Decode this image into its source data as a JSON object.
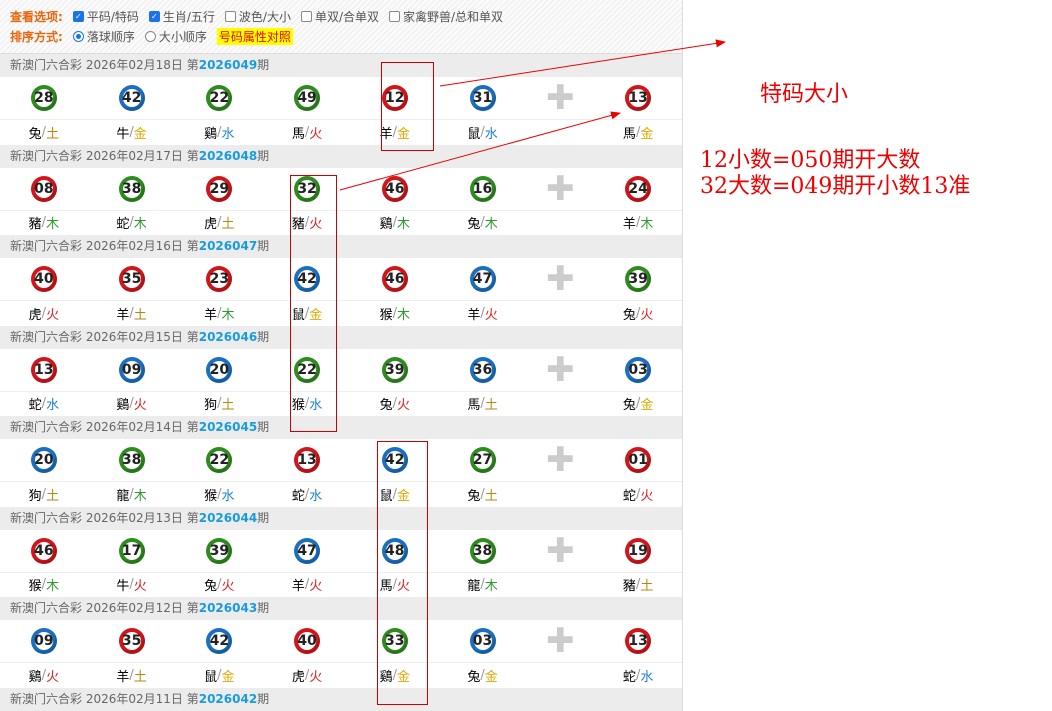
{
  "options": {
    "view_label": "查看选项:",
    "view_items": [
      {
        "label": "平码/特码",
        "checked": true
      },
      {
        "label": "生肖/五行",
        "checked": true
      },
      {
        "label": "波色/大小",
        "checked": false
      },
      {
        "label": "单双/合单双",
        "checked": false
      },
      {
        "label": "家禽野兽/总和单双",
        "checked": false
      }
    ],
    "sort_label": "排序方式:",
    "sort_items": [
      {
        "label": "落球顺序",
        "selected": true
      },
      {
        "label": "大小顺序",
        "selected": false
      }
    ],
    "attr_link": "号码属性对照"
  },
  "draws": [
    {
      "prefix": "新澳门六合彩 2026年02月18日 第",
      "issue": "2026049",
      "suffix": "期",
      "balls": [
        [
          "28",
          "green",
          "兔",
          "土"
        ],
        [
          "42",
          "blue",
          "牛",
          "金"
        ],
        [
          "22",
          "green",
          "鷄",
          "水"
        ],
        [
          "49",
          "green",
          "馬",
          "火"
        ],
        [
          "12",
          "red",
          "羊",
          "金"
        ],
        [
          "31",
          "blue",
          "鼠",
          "水"
        ],
        [
          "13",
          "red",
          "馬",
          "金"
        ]
      ]
    },
    {
      "prefix": "新澳门六合彩 2026年02月17日 第",
      "issue": "2026048",
      "suffix": "期",
      "balls": [
        [
          "08",
          "red",
          "豬",
          "木"
        ],
        [
          "38",
          "green",
          "蛇",
          "木"
        ],
        [
          "29",
          "red",
          "虎",
          "土"
        ],
        [
          "32",
          "green",
          "豬",
          "火"
        ],
        [
          "46",
          "red",
          "鷄",
          "木"
        ],
        [
          "16",
          "green",
          "兔",
          "木"
        ],
        [
          "24",
          "red",
          "羊",
          "木"
        ]
      ]
    },
    {
      "prefix": "新澳门六合彩 2026年02月16日 第",
      "issue": "2026047",
      "suffix": "期",
      "balls": [
        [
          "40",
          "red",
          "虎",
          "火"
        ],
        [
          "35",
          "red",
          "羊",
          "土"
        ],
        [
          "23",
          "red",
          "羊",
          "木"
        ],
        [
          "42",
          "blue",
          "鼠",
          "金"
        ],
        [
          "46",
          "red",
          "猴",
          "木"
        ],
        [
          "47",
          "blue",
          "羊",
          "火"
        ],
        [
          "39",
          "green",
          "兔",
          "火"
        ]
      ]
    },
    {
      "prefix": "新澳门六合彩 2026年02月15日 第",
      "issue": "2026046",
      "suffix": "期",
      "balls": [
        [
          "13",
          "red",
          "蛇",
          "水"
        ],
        [
          "09",
          "blue",
          "鷄",
          "火"
        ],
        [
          "20",
          "blue",
          "狗",
          "土"
        ],
        [
          "22",
          "green",
          "猴",
          "水"
        ],
        [
          "39",
          "green",
          "兔",
          "火"
        ],
        [
          "36",
          "blue",
          "馬",
          "土"
        ],
        [
          "03",
          "blue",
          "兔",
          "金"
        ]
      ]
    },
    {
      "prefix": "新澳门六合彩 2026年02月14日 第",
      "issue": "2026045",
      "suffix": "期",
      "balls": [
        [
          "20",
          "blue",
          "狗",
          "土"
        ],
        [
          "38",
          "green",
          "龍",
          "木"
        ],
        [
          "22",
          "green",
          "猴",
          "水"
        ],
        [
          "13",
          "red",
          "蛇",
          "水"
        ],
        [
          "42",
          "blue",
          "鼠",
          "金"
        ],
        [
          "27",
          "green",
          "兔",
          "土"
        ],
        [
          "01",
          "red",
          "蛇",
          "火"
        ]
      ]
    },
    {
      "prefix": "新澳门六合彩 2026年02月13日 第",
      "issue": "2026044",
      "suffix": "期",
      "balls": [
        [
          "46",
          "red",
          "猴",
          "木"
        ],
        [
          "17",
          "green",
          "牛",
          "火"
        ],
        [
          "39",
          "green",
          "兔",
          "火"
        ],
        [
          "47",
          "blue",
          "羊",
          "火"
        ],
        [
          "48",
          "blue",
          "馬",
          "火"
        ],
        [
          "38",
          "green",
          "龍",
          "木"
        ],
        [
          "19",
          "red",
          "豬",
          "土"
        ]
      ]
    },
    {
      "prefix": "新澳门六合彩 2026年02月12日 第",
      "issue": "2026043",
      "suffix": "期",
      "balls": [
        [
          "09",
          "blue",
          "鷄",
          "火"
        ],
        [
          "35",
          "red",
          "羊",
          "土"
        ],
        [
          "42",
          "blue",
          "鼠",
          "金"
        ],
        [
          "40",
          "red",
          "虎",
          "火"
        ],
        [
          "33",
          "green",
          "鷄",
          "金"
        ],
        [
          "03",
          "blue",
          "兔",
          "金"
        ],
        [
          "13",
          "red",
          "蛇",
          "水"
        ]
      ]
    },
    {
      "prefix": "新澳门六合彩 2026年02月11日 第",
      "issue": "2026042",
      "suffix": "期",
      "balls": []
    }
  ],
  "annotations": {
    "title": "特码大小",
    "line1": "12小数=050期开大数",
    "line2": "32大数=049期开小数13准"
  }
}
